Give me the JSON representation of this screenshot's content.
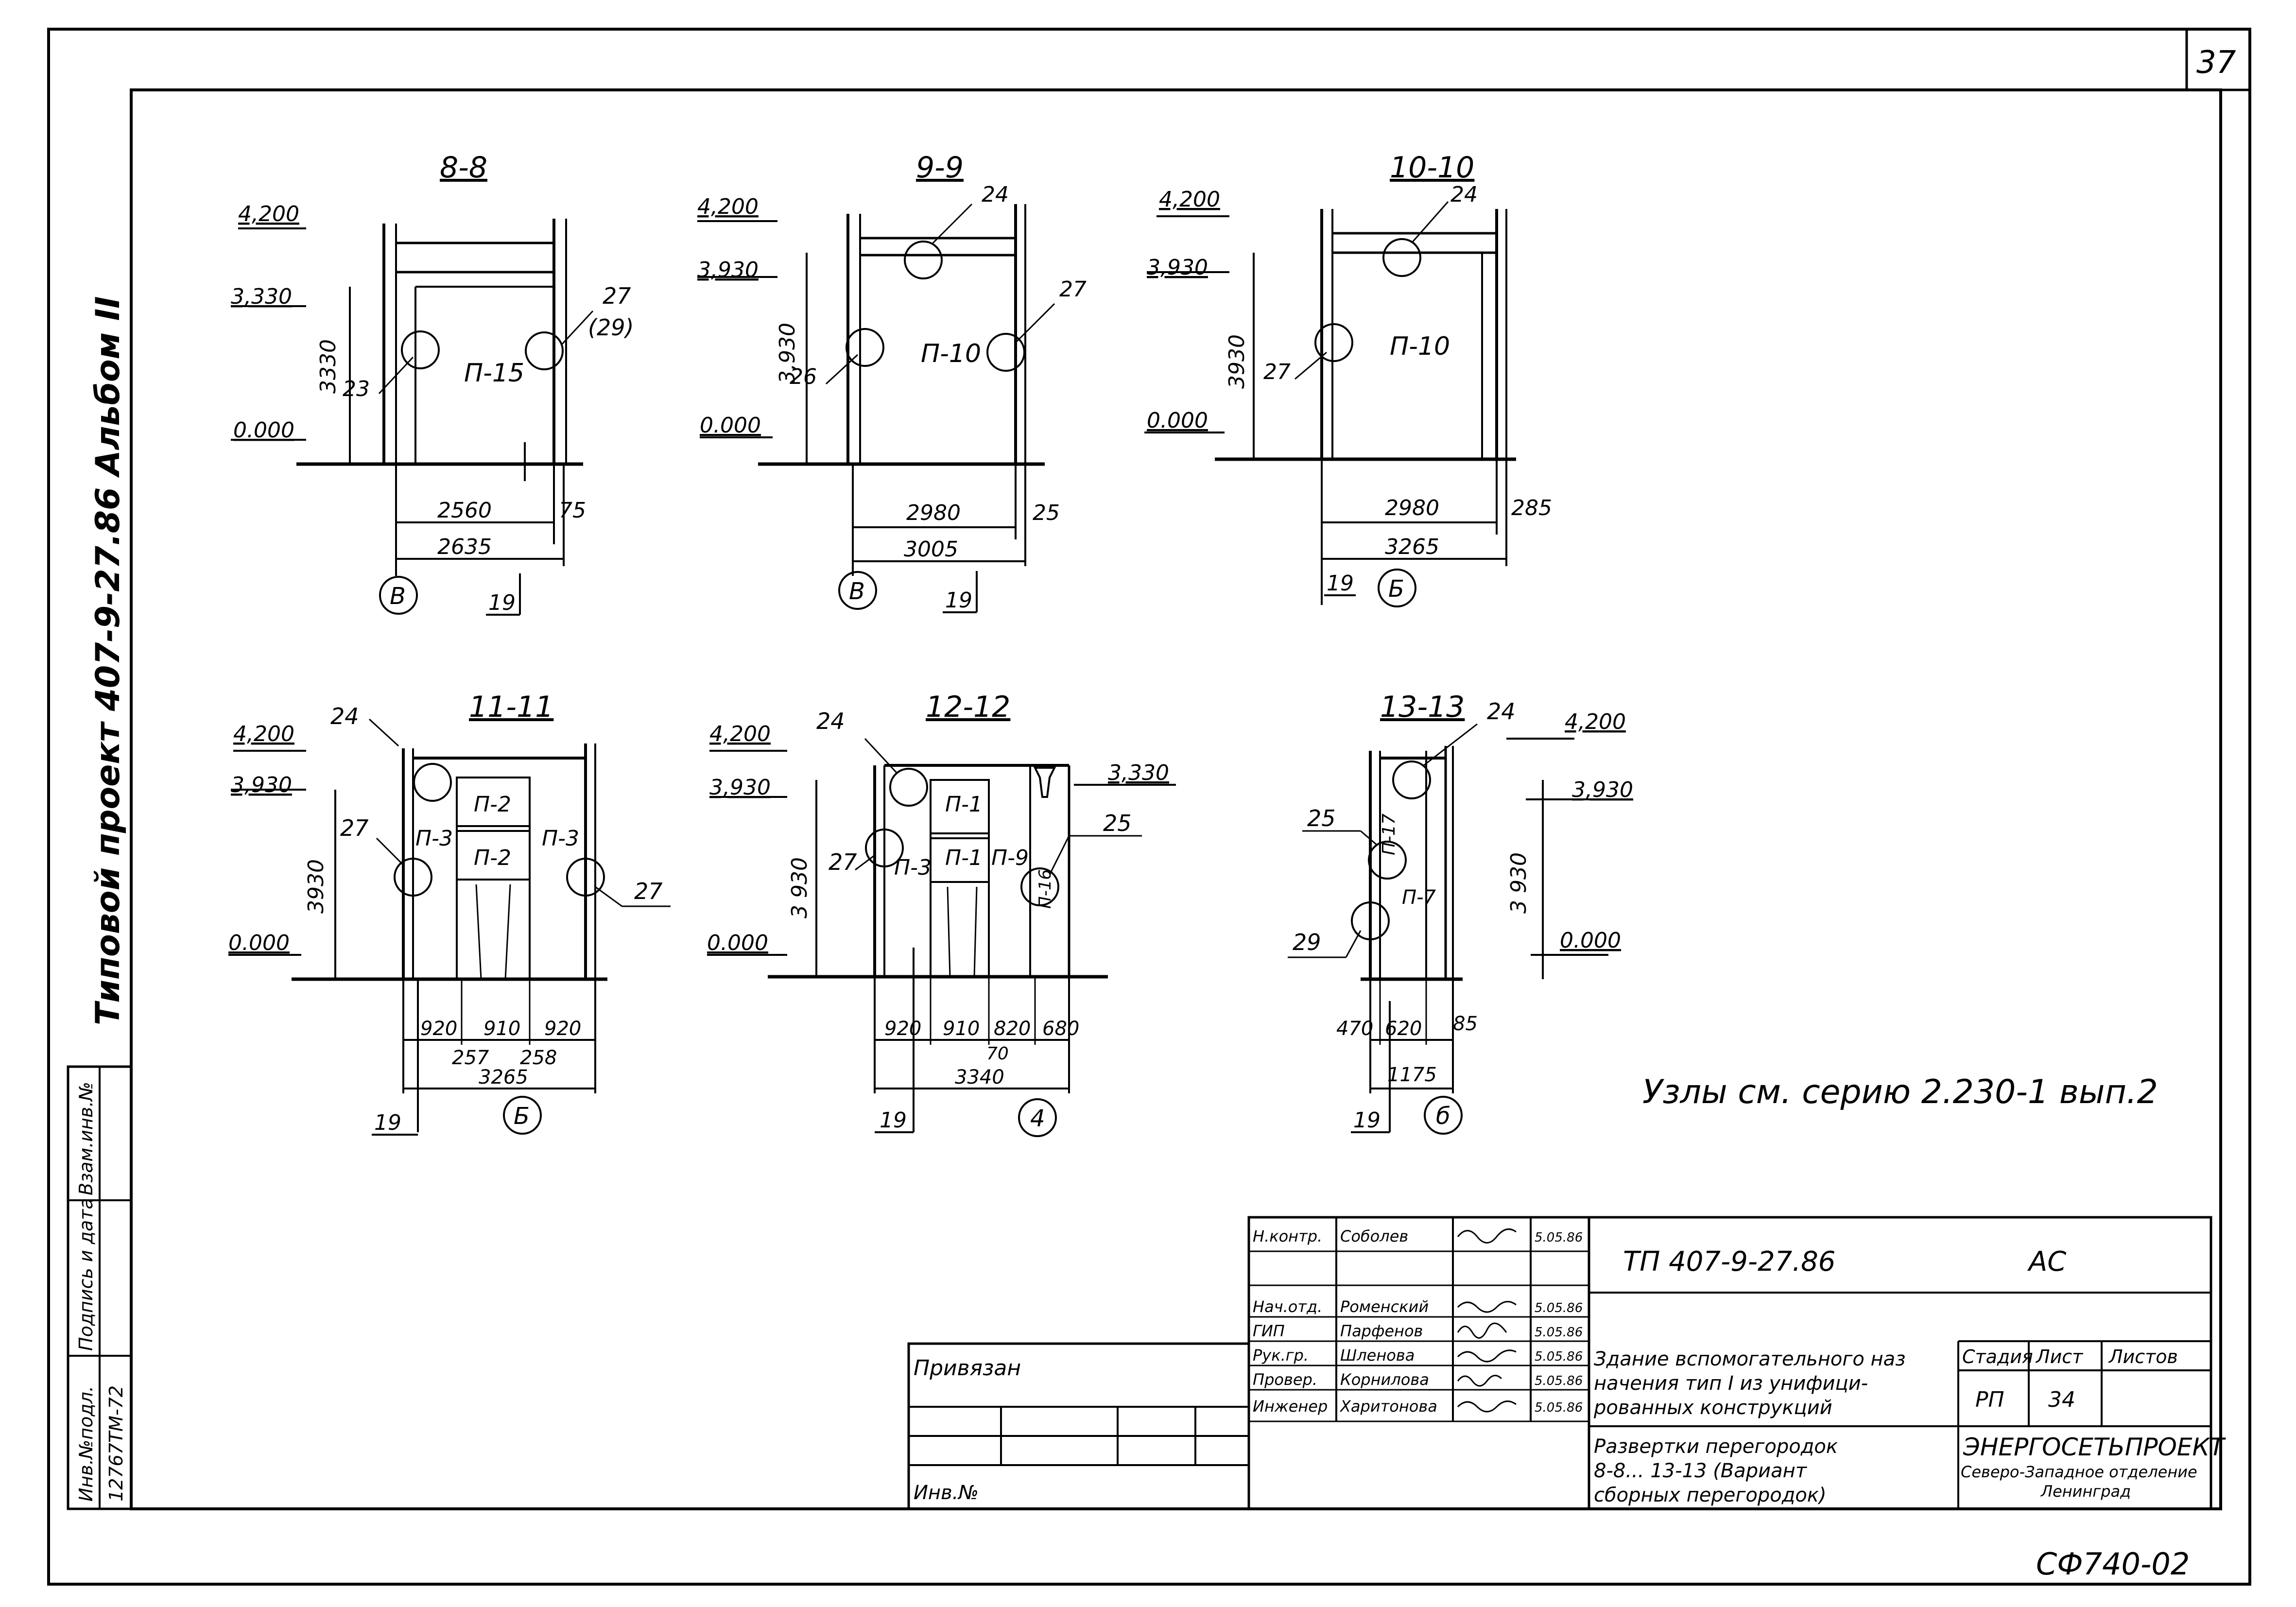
{
  "sheet": {
    "corner_number": "37",
    "side_title": "Типовой проект 407-9-27.86 Альбом II",
    "bottom_code": "СФ740-02",
    "note": "Узлы см. серию 2.230-1 вып.2"
  },
  "side_stamp": [
    {
      "label": "Инв.№подл.",
      "value": "12767ТМ-72"
    },
    {
      "label": "Подпись и дата",
      "value": ""
    },
    {
      "label": "Взам.инв.№",
      "value": ""
    }
  ],
  "sections": [
    {
      "id": "s88",
      "title": "8-8",
      "panel": "П-15",
      "levels": [
        "4,200",
        "3,330",
        "0.000"
      ],
      "height": "3330",
      "dims": [
        "2560",
        "75",
        "2635"
      ],
      "axis": "В",
      "axis_offset": "19",
      "callouts": [
        "23",
        "27",
        "(29)"
      ]
    },
    {
      "id": "s99",
      "title": "9-9",
      "panel": "П-10",
      "levels": [
        "4,200",
        "3,930",
        "0.000"
      ],
      "height": "3,930",
      "dims": [
        "2980",
        "25",
        "3005"
      ],
      "axis": "В",
      "axis_offset": "19",
      "callouts": [
        "24",
        "26",
        "27"
      ]
    },
    {
      "id": "s1010",
      "title": "10-10",
      "panel": "П-10",
      "levels": [
        "4,200",
        "3,930",
        "0.000"
      ],
      "height": "3930",
      "dims": [
        "2980",
        "285",
        "3265"
      ],
      "axis": "Б",
      "axis_offset": "19",
      "callouts": [
        "24",
        "27"
      ]
    },
    {
      "id": "s1111",
      "title": "11-11",
      "panels": [
        "П-2",
        "П-2",
        "П-3",
        "П-3"
      ],
      "levels": [
        "4,200",
        "3,930",
        "0.000"
      ],
      "height": "3930",
      "dims": [
        "920",
        "910",
        "920",
        "257",
        "258",
        "3265"
      ],
      "axis": "Б",
      "axis_offset": "19",
      "callouts": [
        "24",
        "27",
        "27"
      ]
    },
    {
      "id": "s1212",
      "title": "12-12",
      "panels": [
        "П-1",
        "П-1",
        "П-3",
        "П-9",
        "П-16"
      ],
      "levels": [
        "4,200",
        "3,930",
        "3,330",
        "0.000"
      ],
      "height": "3 930",
      "dims": [
        "920",
        "910",
        "820",
        "680",
        "70",
        "3340"
      ],
      "axis": "4",
      "axis_offset": "19",
      "callouts": [
        "24",
        "27",
        "25"
      ]
    },
    {
      "id": "s1313",
      "title": "13-13",
      "panels": [
        "П-17",
        "П-7"
      ],
      "levels": [
        "4,200",
        "3,930",
        "0.000"
      ],
      "height": "3 930",
      "dims": [
        "470",
        "620",
        "85",
        "1175"
      ],
      "axis": "б",
      "axis_offset": "19",
      "callouts": [
        "24",
        "25",
        "29"
      ]
    }
  ],
  "title_block": {
    "code": "ТП   407-9-27.86",
    "mark": "АС",
    "people": [
      {
        "role": "Н.контр.",
        "name": "Соболев",
        "date": "5.05.86"
      },
      {
        "role": "Нач.отд.",
        "name": "Роменский",
        "date": "5.05.86"
      },
      {
        "role": "ГИП",
        "name": "Парфенов",
        "date": "5.05.86"
      },
      {
        "role": "Рук.гр.",
        "name": "Шленова",
        "date": "5.05.86"
      },
      {
        "role": "Провер.",
        "name": "Корнилова",
        "date": "5.05.86"
      },
      {
        "role": "Инженер",
        "name": "Харитонова",
        "date": "5.05.86"
      }
    ],
    "building_line1": "Здание вспомогательного наз",
    "building_line2": "начения тип I из унифици-",
    "building_line3": "рованных конструкций",
    "sheet_title_line1": "Развертки перегородок",
    "sheet_title_line2": "8-8... 13-13 (Вариант",
    "sheet_title_line3": "сборных перегородок)",
    "stage_label": "Стадия",
    "sheet_label": "Лист",
    "sheets_label": "Листов",
    "stage": "РП",
    "sheet": "34",
    "sheets": "",
    "org_line1": "ЭНЕРГОСЕТЬПРОЕКТ",
    "org_line2": "Северо-Западное отделение",
    "org_line3": "Ленинград",
    "privyazan": "Привязан",
    "inv": "Инв.№"
  }
}
